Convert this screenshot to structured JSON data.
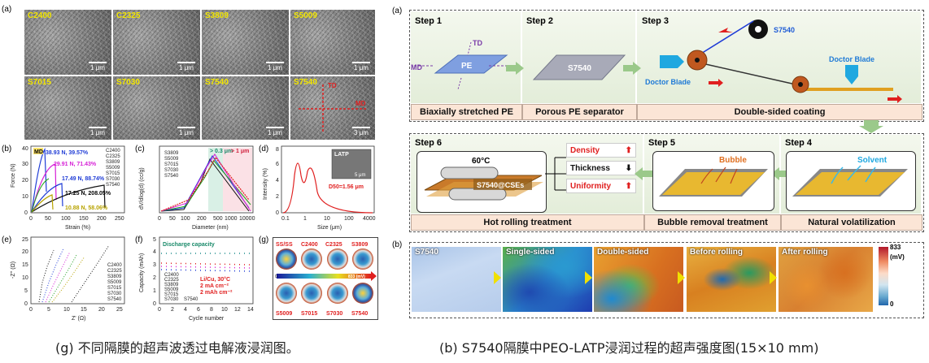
{
  "left": {
    "panel_a_label": "(a)",
    "sem_tiles": [
      {
        "label": "C2400",
        "scale": "1 μm"
      },
      {
        "label": "C2325",
        "scale": "1 μm"
      },
      {
        "label": "S3809",
        "scale": "1 μm"
      },
      {
        "label": "S5009",
        "scale": "1 μm"
      },
      {
        "label": "S7015",
        "scale": "1 μm"
      },
      {
        "label": "S7030",
        "scale": "1 μm"
      },
      {
        "label": "S7540",
        "scale": "1 μm"
      },
      {
        "label": "S7540",
        "scale": "3 μm"
      }
    ],
    "sem_td": "TD",
    "sem_md": "MD",
    "panel_b": {
      "label": "(b)",
      "ylabel": "Force (N)",
      "xlabel": "Strain (%)",
      "yticks": [
        "0",
        "10",
        "20",
        "30",
        "40"
      ],
      "xticks": [
        "0",
        "50",
        "100",
        "150",
        "200",
        "250"
      ],
      "tag": "MD",
      "annotations": [
        {
          "text": "38.93 N, 39.57%",
          "color": "#1f3cd6"
        },
        {
          "text": "29.91 N, 71.43%",
          "color": "#d61fd6"
        },
        {
          "text": "17.49 N, 88.74%",
          "color": "#1f3cd6"
        },
        {
          "text": "17.25 N, 208.05%",
          "color": "#000000"
        },
        {
          "text": "10.88 N, 58.06%",
          "color": "#b8a300"
        }
      ],
      "legend": [
        "C2400",
        "C2325",
        "S3809",
        "S5009",
        "S7015",
        "S7030",
        "S7540"
      ]
    },
    "panel_c": {
      "label": "(c)",
      "ylabel": "dV/dlog(d) (cc/g)",
      "xlabel": "Diameter (nm)",
      "xticks": [
        "0",
        "50",
        "100",
        "200",
        "500",
        "1000",
        "10000"
      ],
      "legend": [
        "S3809",
        "S5009",
        "S7015",
        "S7030",
        "S7540"
      ],
      "range_a": "> 0.3 μm",
      "range_b": "> 1 μm"
    },
    "panel_d": {
      "label": "(d)",
      "ylabel": "Intensity (%)",
      "xlabel": "Size (μm)",
      "yticks": [
        "0",
        "2",
        "4",
        "6",
        "8"
      ],
      "xticks": [
        "0.1",
        "1",
        "10",
        "100",
        "4000"
      ],
      "inset_label": "LATP",
      "inset_scale": "5 μm",
      "d50": "D50=1.56 μm"
    },
    "panel_e": {
      "label": "(e)",
      "ylabel": "-Z'' (Ω)",
      "xlabel": "Z' (Ω)",
      "xticks": [
        "0",
        "5",
        "10",
        "15",
        "20",
        "25"
      ],
      "yticks": [
        "0",
        "5",
        "10",
        "15",
        "20",
        "25"
      ],
      "legend": [
        "C2400",
        "C2325",
        "S3809",
        "S5009",
        "S7015",
        "S7030",
        "S7540"
      ]
    },
    "panel_f": {
      "label": "(f)",
      "ylabel": "Capacity (mAh)",
      "xlabel": "Cycle number",
      "title": "Discharge capacity",
      "xticks": [
        "0",
        "2",
        "4",
        "6",
        "8",
        "10",
        "12",
        "14"
      ],
      "yticks": [
        "0",
        "1",
        "2",
        "3",
        "4",
        "5"
      ],
      "cond": [
        "Li/Cu, 30°C",
        "2 mA cm⁻²",
        "2 mAh cm⁻²"
      ],
      "legend": [
        "C2400",
        "C2325",
        "S3809",
        "S5009",
        "S7015",
        "S7030",
        "S7540"
      ]
    },
    "panel_g": {
      "label": "(g)",
      "top": [
        "SS/SS",
        "C2400",
        "C2325",
        "S3809"
      ],
      "bottom": [
        "S5009",
        "S7015",
        "S7030",
        "S7540"
      ],
      "scale_min": "0",
      "scale_max": "833 (mV)"
    }
  },
  "right": {
    "panel_a_label": "(a)",
    "panel_b_label": "(b)",
    "steps": {
      "s1": "Step 1",
      "s2": "Step 2",
      "s3": "Step 3",
      "s4": "Step 4",
      "s5": "Step 5",
      "s6": "Step 6"
    },
    "banners": {
      "b1": "Biaxially stretched PE",
      "b2": "Porous PE separator",
      "b3": "Double-sided coating",
      "b4": "Hot rolling treatment",
      "b5": "Bubble removal treatment",
      "b6": "Natural volatilization"
    },
    "labels": {
      "td": "TD",
      "md": "MD",
      "pe": "PE",
      "s7540": "S7540",
      "roll_label": "S7540",
      "doctor_left": "Doctor Blade",
      "doctor_right": "Doctor Blade",
      "temp": "60°C",
      "cse": "S7540@CSEs",
      "density": "Density",
      "thickness": "Thickness",
      "uniformity": "Uniformity",
      "bubble": "Bubble",
      "solvent": "Solvent"
    },
    "heatmaps": [
      "S7540",
      "Single-sided",
      "Double-sided",
      "Before rolling",
      "After rolling"
    ],
    "colorbar_max": "833",
    "colorbar_unit": "(mV)",
    "colorbar_min": "0"
  },
  "captions": {
    "left": "(g) 不同隔膜的超声波透过电解液浸润图。",
    "right": "(b) S7540隔膜中PEO-LATP浸润过程的超声强度图(15×10 mm)"
  },
  "colors": {
    "sem_label": "#f2e600",
    "step_panel": "#eef4e6",
    "banner": "#fbe5d6",
    "arrow_green": "#9bc98a",
    "accent_red": "#e01f1f"
  }
}
